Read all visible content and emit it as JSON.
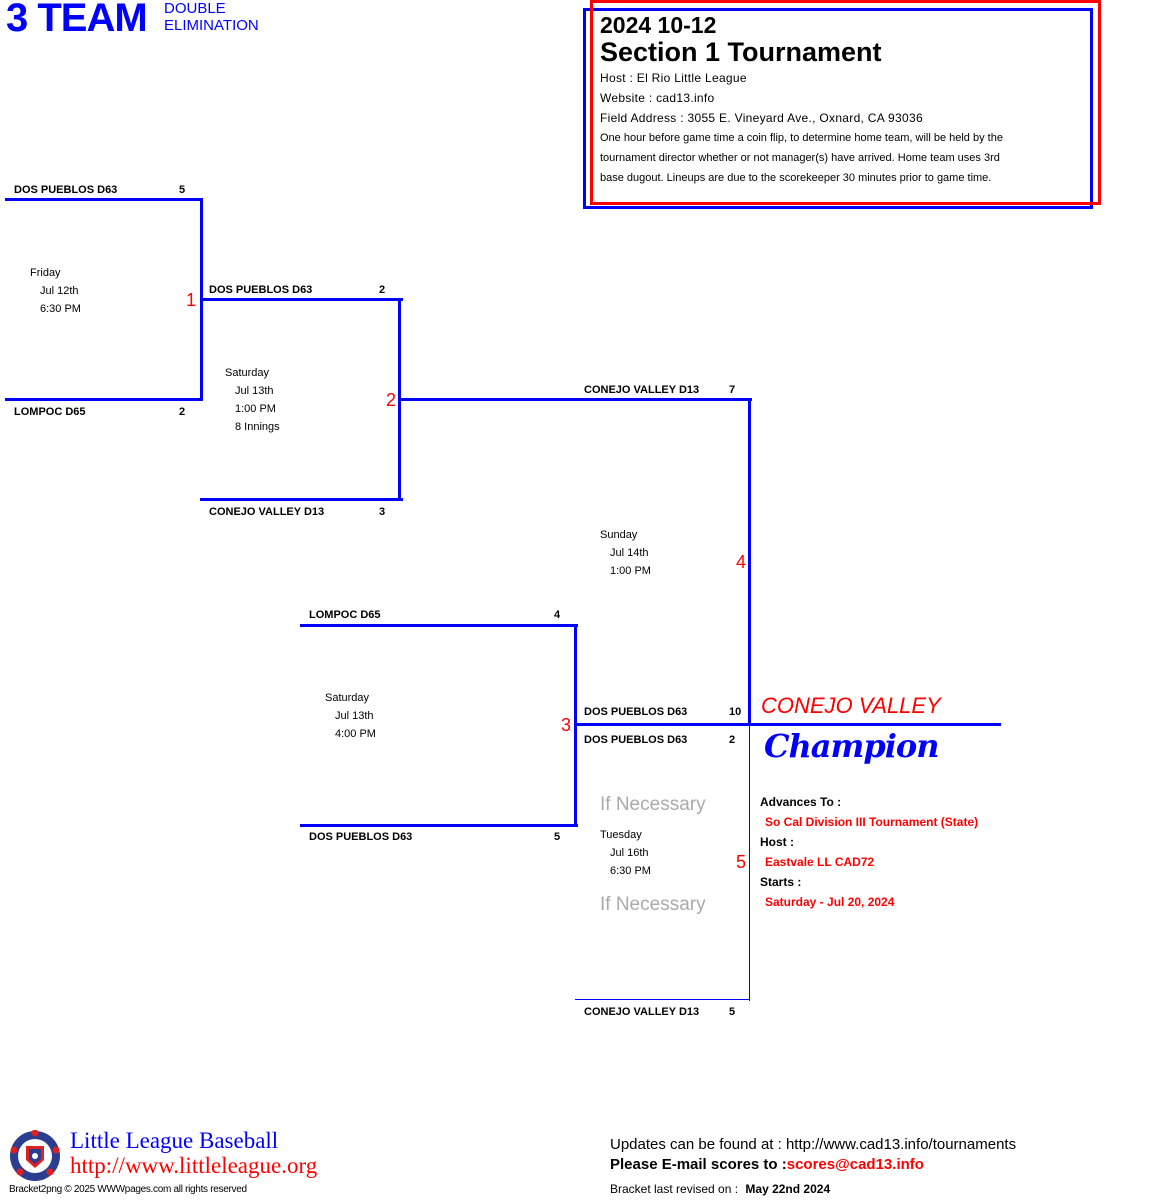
{
  "header": {
    "team_count": "3 TEAM",
    "format_line1": "DOUBLE",
    "format_line2": "ELIMINATION"
  },
  "info": {
    "year_division": "2024 10-12",
    "title": "Section 1 Tournament",
    "host": "Host : El Rio Little League",
    "website": "Website : cad13.info",
    "address": "Field Address : 3055 E. Vineyard Ave., Oxnard, CA 93036",
    "notes": [
      "One hour before game time a coin flip, to determine home team, will be held by the",
      "tournament director whether or not manager(s) have arrived. Home team uses 3rd",
      "base dugout. Lineups are due to the scorekeeper 30 minutes prior to game time."
    ]
  },
  "games": [
    {
      "number": "1",
      "top": {
        "team": "DOS PUEBLOS D63",
        "score": "5"
      },
      "bottom": {
        "team": "LOMPOC D65",
        "score": "2"
      },
      "day": "Friday",
      "date": "Jul 12th",
      "time": "6:30 PM"
    },
    {
      "number": "2",
      "top": {
        "team": "DOS PUEBLOS D63",
        "score": "2"
      },
      "bottom": {
        "team": "CONEJO VALLEY D13",
        "score": "3"
      },
      "day": "Saturday",
      "date": "Jul 13th",
      "time": "1:00 PM",
      "note": "8 Innings"
    },
    {
      "number": "3",
      "top": {
        "team": "LOMPOC D65",
        "score": "4"
      },
      "bottom": {
        "team": "DOS PUEBLOS D63",
        "score": "5"
      },
      "day": "Saturday",
      "date": "Jul 13th",
      "time": "4:00 PM"
    },
    {
      "number": "4",
      "top": {
        "team": "CONEJO VALLEY D13",
        "score": "7"
      },
      "bottom": {
        "team": "DOS PUEBLOS D63",
        "score": "10"
      },
      "day": "Sunday",
      "date": "Jul 14th",
      "time": "1:00 PM"
    },
    {
      "number": "5",
      "top": {
        "team": "DOS PUEBLOS D63",
        "score": "2"
      },
      "bottom": {
        "team": "CONEJO VALLEY D13",
        "score": "5"
      },
      "day": "Tuesday",
      "date": "Jul 16th",
      "time": "6:30 PM",
      "if_necessary": "If Necessary"
    }
  ],
  "champion": {
    "team": "CONEJO VALLEY",
    "label": "Champion",
    "advances_label": "Advances To :",
    "advances_value": "So Cal Division III Tournament (State)",
    "host_label": "Host :",
    "host_value": "Eastvale LL CAD72",
    "starts_label": "Starts :",
    "starts_value": "Saturday - Jul 20, 2024"
  },
  "footer": {
    "logo_icon": "little-league-logo",
    "org_name": "Little League Baseball",
    "org_url": "http://www.littleleague.org",
    "copyright": "Bracket2png © 2025 WWWpages.com all rights reserved",
    "updates_text": "Updates can be found at : http://www.cad13.info/tournaments",
    "email_label": "Please E-mail scores to :",
    "email": "scores@cad13.info",
    "revised_label": "Bracket last revised on :",
    "revised_date": "May 22nd 2024"
  },
  "colors": {
    "bracket_line": "#0000ff",
    "game_number": "#ff0000",
    "champion_team": "#ff0000",
    "champion_label": "#0000ff"
  }
}
